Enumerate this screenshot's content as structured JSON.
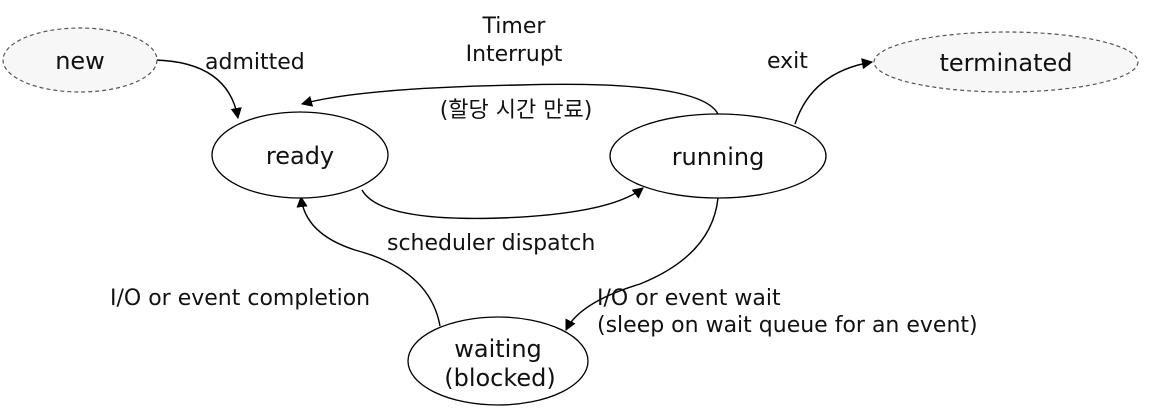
{
  "states": {
    "new": "new",
    "ready": "ready",
    "running": "running",
    "terminated": "terminated",
    "waiting": [
      "waiting",
      "(blocked)"
    ]
  },
  "transitions": {
    "admitted": "admitted",
    "exit": "exit",
    "interrupt": [
      "Timer",
      "Interrupt"
    ],
    "interrupt_note": "(할당 시간 만료)",
    "dispatch": "scheduler dispatch",
    "io_completion": "I/O or event completion",
    "io_wait": [
      "I/O or event wait",
      "(sleep on wait queue for an event)"
    ]
  }
}
